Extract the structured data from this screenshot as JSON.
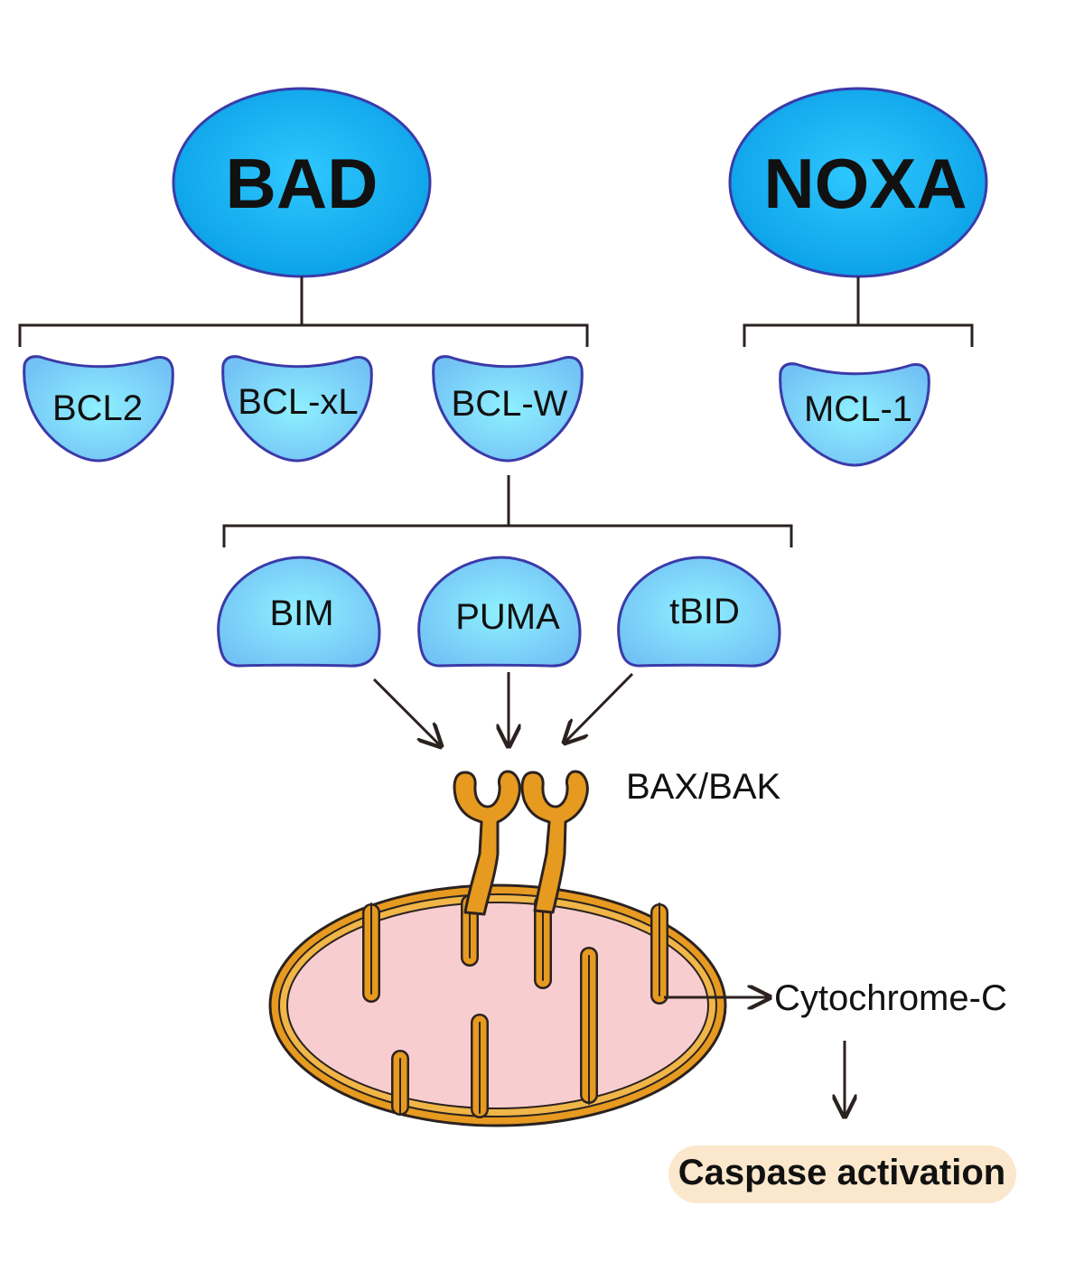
{
  "top_nodes": {
    "bad": "BAD",
    "noxa": "NOXA"
  },
  "antiapoptotic": {
    "bcl2": "BCL2",
    "bclxl": "BCL-xL",
    "bclw": "BCL-W",
    "mcl1": "MCL-1"
  },
  "activators": {
    "bim": "BIM",
    "puma": "PUMA",
    "tbid": "tBID"
  },
  "effector": "BAX/BAK",
  "release": "Cytochrome-C",
  "outcome": "Caspase activation",
  "colors": {
    "node_fill": "#18b4f5",
    "node_stroke": "#3b3aa8",
    "protein_fill": "#7fd8f7",
    "protein_stroke": "#3b3aa8",
    "mito_outer": "#e69a1f",
    "mito_inner": "#f8cdd0",
    "caspase_bg": "#fbe7cc"
  }
}
